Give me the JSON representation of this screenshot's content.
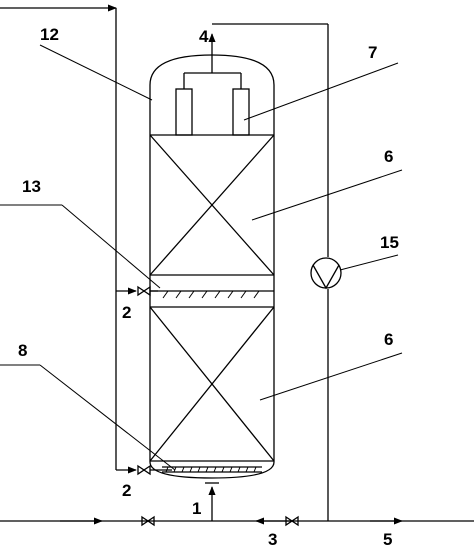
{
  "labels": {
    "l1": "1",
    "l2_upper": "2",
    "l2_lower": "2",
    "l3": "3",
    "l4": "4",
    "l5": "5",
    "l6_upper": "6",
    "l6_lower": "6",
    "l7": "7",
    "l8": "8",
    "l12": "12",
    "l13": "13",
    "l15": "15"
  }
}
